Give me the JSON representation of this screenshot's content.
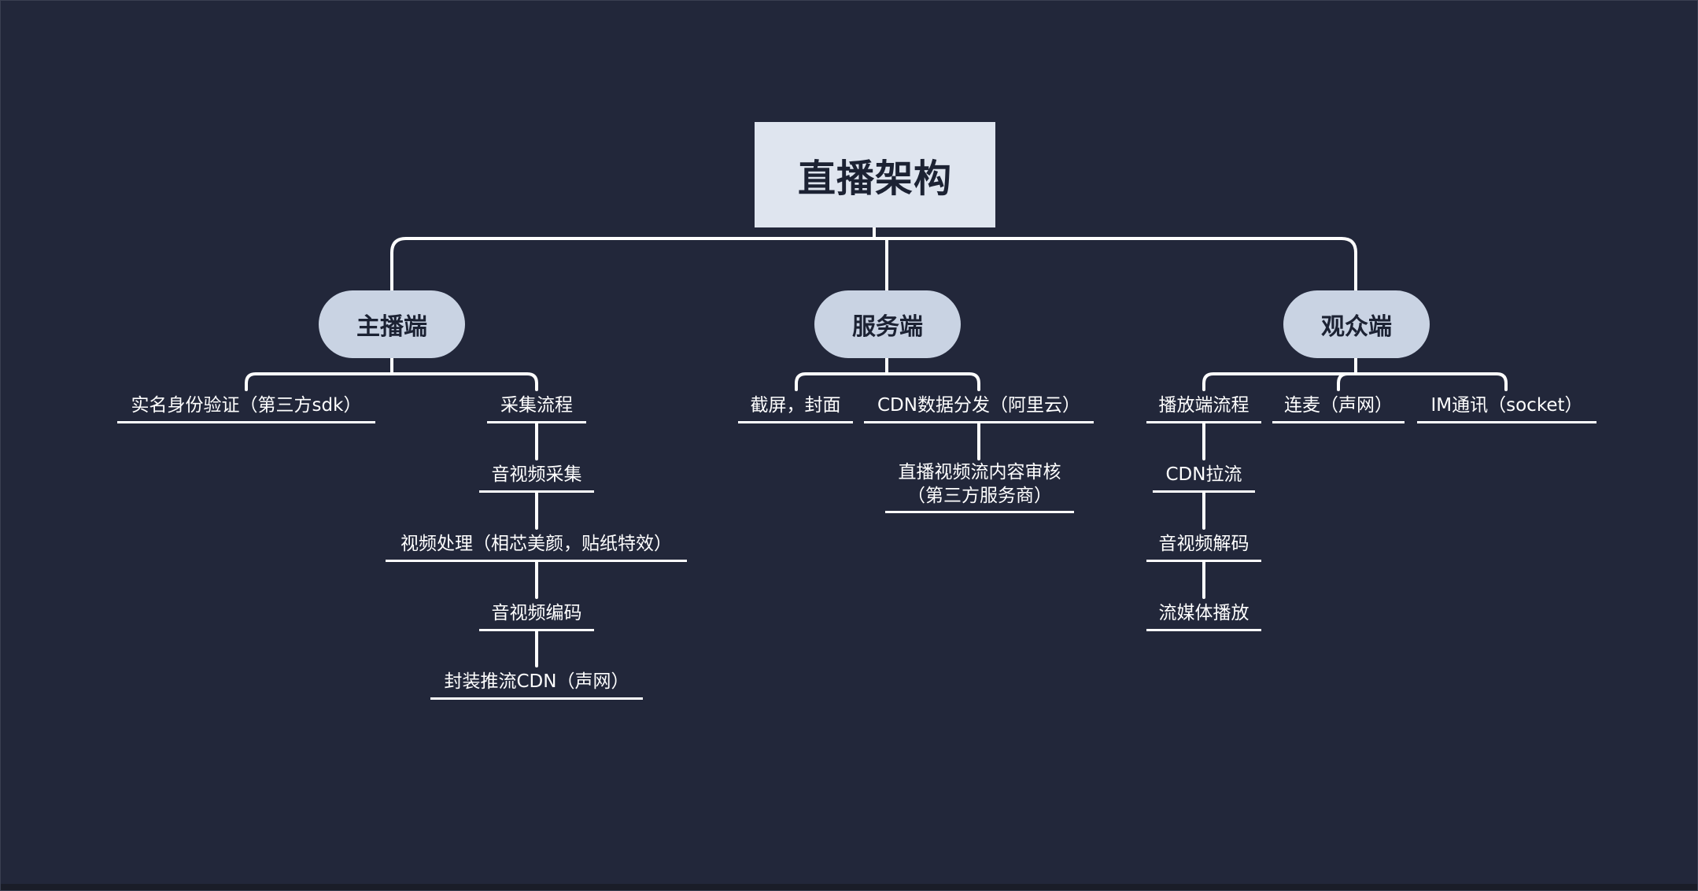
{
  "root": {
    "label": "直播架构"
  },
  "branches": [
    {
      "label": "主播端",
      "items": [
        "实名身份验证（第三方sdk）",
        "采集流程"
      ],
      "flow": [
        "音视频采集",
        "视频处理（相芯美颜，贴纸特效）",
        "音视频编码",
        "封装推流CDN（声网）"
      ]
    },
    {
      "label": "服务端",
      "items": [
        "截屏，封面",
        "CDN数据分发（阿里云）"
      ],
      "flow": [
        "直播视频流内容审核",
        "（第三方服务商）"
      ]
    },
    {
      "label": "观众端",
      "items": [
        "播放端流程",
        "连麦（声网）",
        "IM通讯（socket）"
      ],
      "flow": [
        "CDN拉流",
        "音视频解码",
        "流媒体播放"
      ]
    }
  ],
  "colors": {
    "background": "#22273a",
    "root_fill": "#dfe5ef",
    "branch_fill": "#c9d3e3",
    "connector": "#ffffff"
  }
}
